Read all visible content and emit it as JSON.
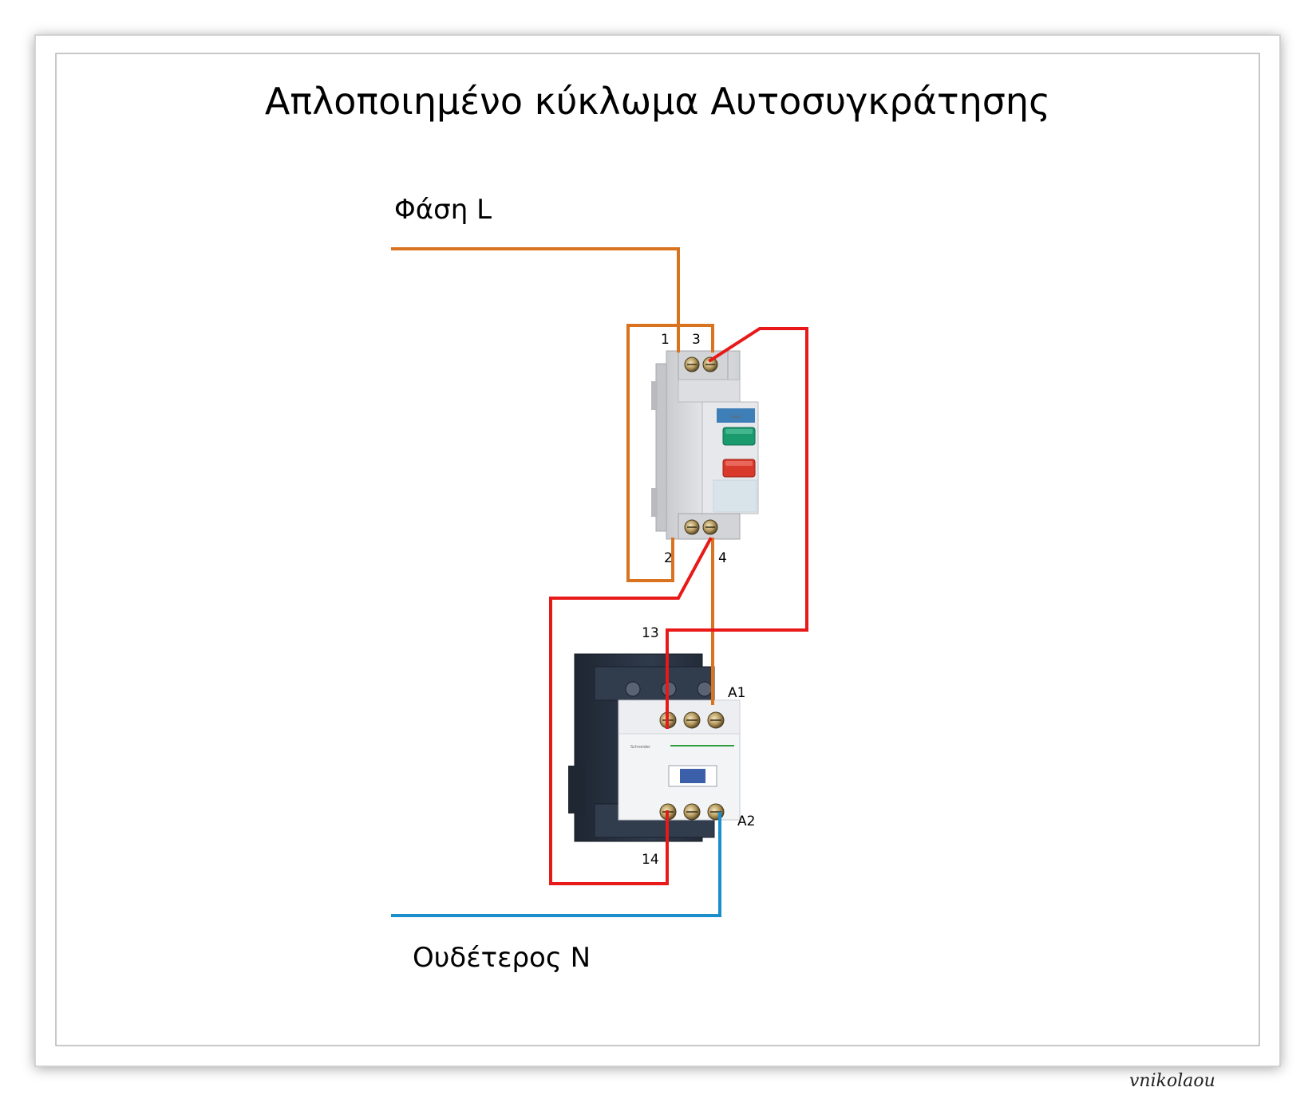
{
  "title": "Απλοποιημένο κύκλωμα Αυτοσυγκράτησης",
  "labels": {
    "phase": "Φάση L",
    "neutral": "Ουδέτερος N"
  },
  "switch_terminals": {
    "t1": "1",
    "t2": "2",
    "t3": "3",
    "t4": "4"
  },
  "contactor_terminals": {
    "t13": "13",
    "t14": "14",
    "a1": "A1",
    "a2": "A2"
  },
  "signature": "vnikolaou",
  "colors": {
    "phase_wire": "#d9731f",
    "control_wire": "#e81919",
    "neutral_wire": "#1a8fcc",
    "switch_body": "#d6d8dc",
    "start_button": "#1b9a6e",
    "stop_button": "#d8392b",
    "contactor_body": "#2a3444",
    "contactor_front": "#f3f4f6",
    "brand_green": "#2f9c3d"
  },
  "icons": [
    "push-button-switch-icon",
    "contactor-icon"
  ]
}
